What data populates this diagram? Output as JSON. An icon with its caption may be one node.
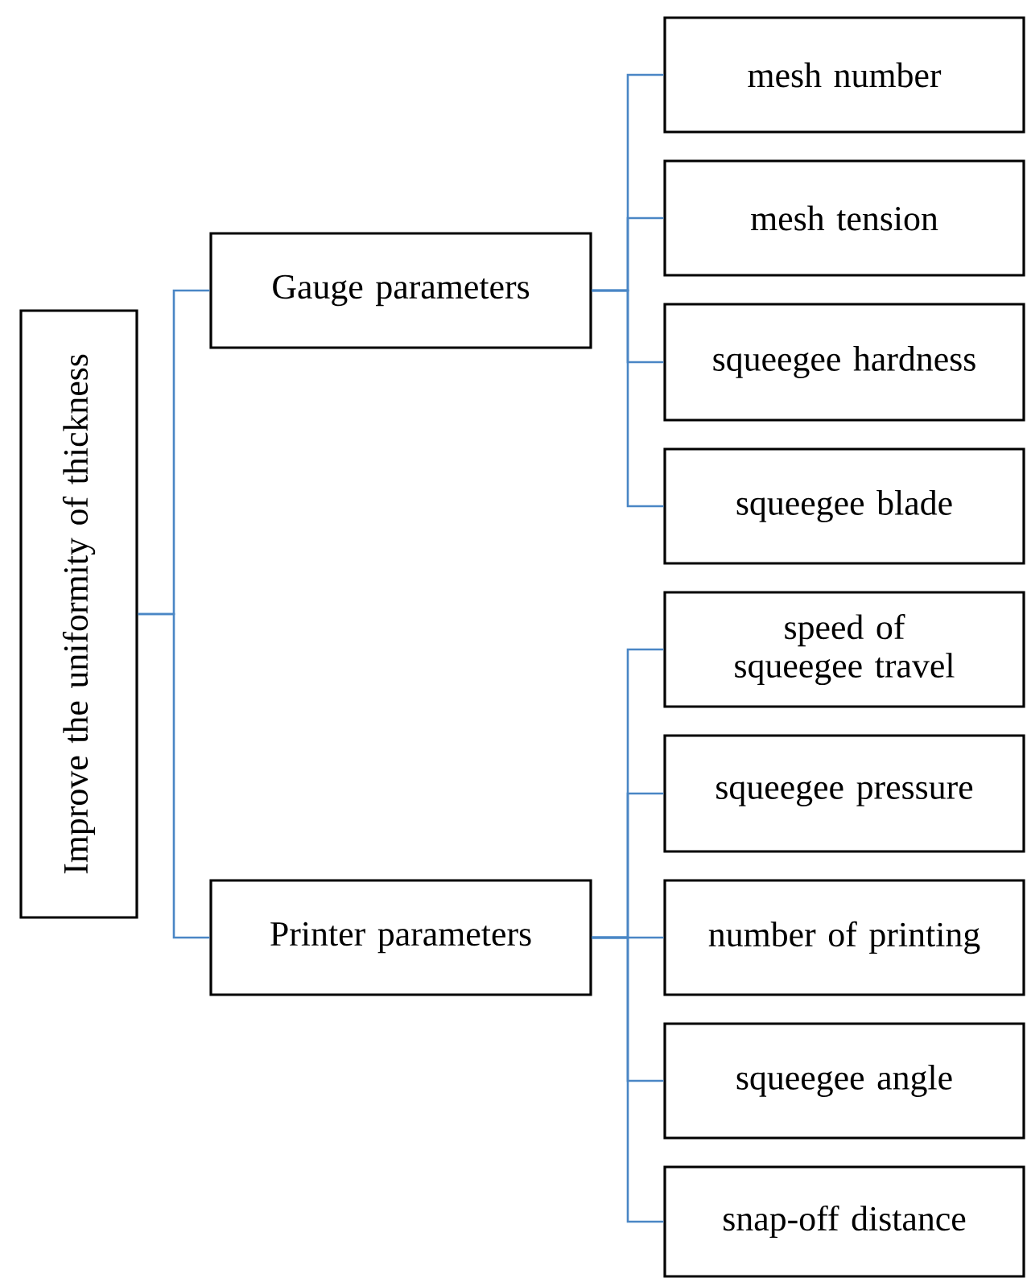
{
  "diagram": {
    "nodes": [
      {
        "text": [
          "Improve the uniformity of thickness"
        ]
      },
      {
        "text": [
          "Gauge parameters"
        ]
      },
      {
        "text": [
          "Printer parameters"
        ]
      },
      {
        "text": [
          "mesh number"
        ]
      },
      {
        "text": [
          "mesh tension"
        ]
      },
      {
        "text": [
          "squeegee hardness"
        ]
      },
      {
        "text": [
          "squeegee blade"
        ]
      },
      {
        "text": [
          "speed of squeegee travel"
        ]
      },
      {
        "text": [
          "squeegee pressure"
        ]
      },
      {
        "text": [
          "number of printing"
        ]
      },
      {
        "text": [
          "squeegee angle"
        ]
      },
      {
        "text": [
          "snap-off distance"
        ]
      }
    ],
    "edges": [
      {
        "from": 0,
        "to": 1,
        "arrow": "none"
      },
      {
        "from": 0,
        "to": 2,
        "arrow": "none"
      },
      {
        "from": 1,
        "to": 3,
        "arrow": "none"
      },
      {
        "from": 1,
        "to": 4,
        "arrow": "none"
      },
      {
        "from": 1,
        "to": 5,
        "arrow": "none"
      },
      {
        "from": 1,
        "to": 6,
        "arrow": "none"
      },
      {
        "from": 2,
        "to": 7,
        "arrow": "none"
      },
      {
        "from": 2,
        "to": 8,
        "arrow": "none"
      },
      {
        "from": 2,
        "to": 9,
        "arrow": "none"
      },
      {
        "from": 2,
        "to": 10,
        "arrow": "none"
      },
      {
        "from": 2,
        "to": 11,
        "arrow": "none"
      }
    ]
  }
}
